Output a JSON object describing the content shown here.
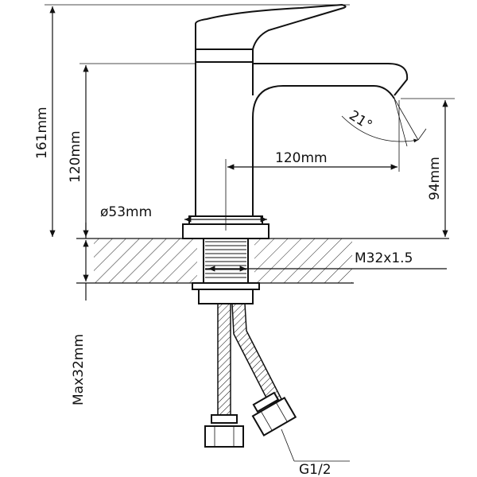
{
  "labels": {
    "height_total": "161mm",
    "height_spout": "120mm",
    "reach": "120mm",
    "spout_height": "94mm",
    "diameter": "ø53mm",
    "thread": "M32x1.5",
    "max_thickness": "Max32mm",
    "angle": "21°",
    "connection": "G1/2"
  },
  "colors": {
    "line": "#111111",
    "background": "#ffffff"
  }
}
